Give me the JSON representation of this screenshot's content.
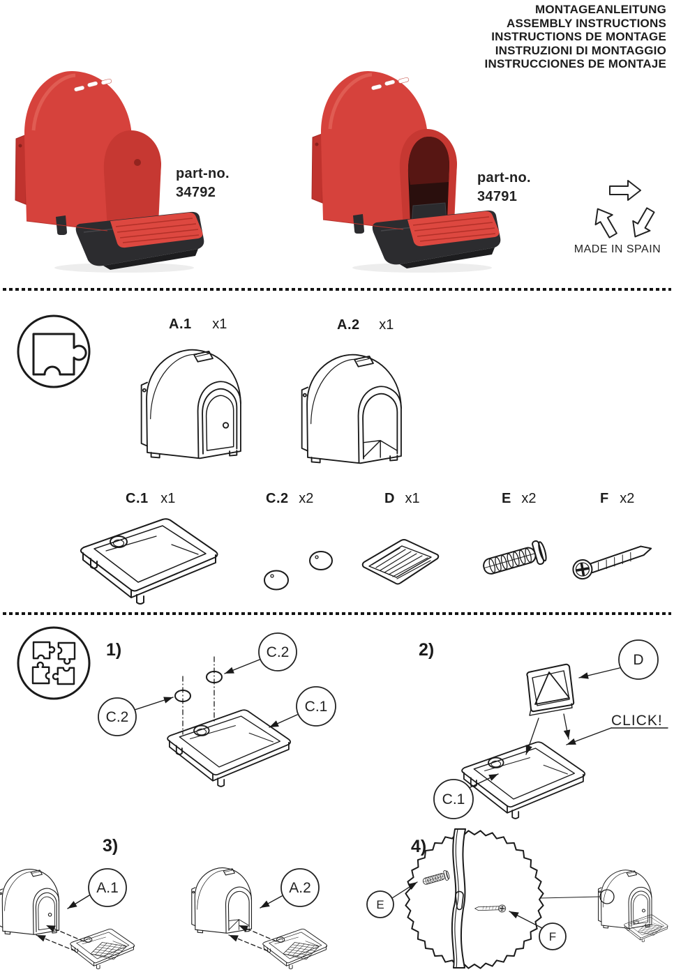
{
  "header": {
    "lines": [
      "MONTAGEANLEITUNG",
      "ASSEMBLY INSTRUCTIONS",
      "INSTRUCTIONS DE MONTAGE",
      "INSTRUZIONI DI MONTAGGIO",
      "INSTRUCCIONES DE MONTAJE"
    ]
  },
  "products": [
    {
      "part_label": "part-no.",
      "part_number": "34792",
      "variant": "closed-door red house with tray and perch"
    },
    {
      "part_label": "part-no.",
      "part_number": "34791",
      "variant": "open-arch red house with tray and perch"
    }
  ],
  "origin": {
    "made_in": "MADE IN SPAIN"
  },
  "icons": {
    "parts_section": "puzzle-piece-icon",
    "assembly_section": "puzzle-assembly-icon",
    "recycling": "recycling-arrows-icon"
  },
  "parts_list": {
    "items": [
      {
        "id": "A.1",
        "qty": "x1",
        "shape": "house-closed-door"
      },
      {
        "id": "A.2",
        "qty": "x1",
        "shape": "house-open-arch"
      },
      {
        "id": "C.1",
        "qty": "x1",
        "shape": "tray"
      },
      {
        "id": "C.2",
        "qty": "x2",
        "shape": "oval-cap"
      },
      {
        "id": "D",
        "qty": "x1",
        "shape": "ribbed-grate-plate"
      },
      {
        "id": "E",
        "qty": "x2",
        "shape": "wall-anchor"
      },
      {
        "id": "F",
        "qty": "x2",
        "shape": "screw"
      }
    ]
  },
  "steps": [
    {
      "num": "1)",
      "callouts": [
        "C.2",
        "C.2",
        "C.1"
      ]
    },
    {
      "num": "2)",
      "callouts": [
        "D",
        "C.1"
      ],
      "note": "CLICK!"
    },
    {
      "num": "3)",
      "callouts": [
        "A.1",
        "A.2"
      ]
    },
    {
      "num": "4)",
      "callouts": [
        "E",
        "F"
      ]
    }
  ],
  "colors": {
    "product_red": "#d6423c",
    "product_red_dark": "#c63832",
    "base_black": "#2c2c2f",
    "line_art": "#1a1a1a",
    "background": "#ffffff"
  }
}
